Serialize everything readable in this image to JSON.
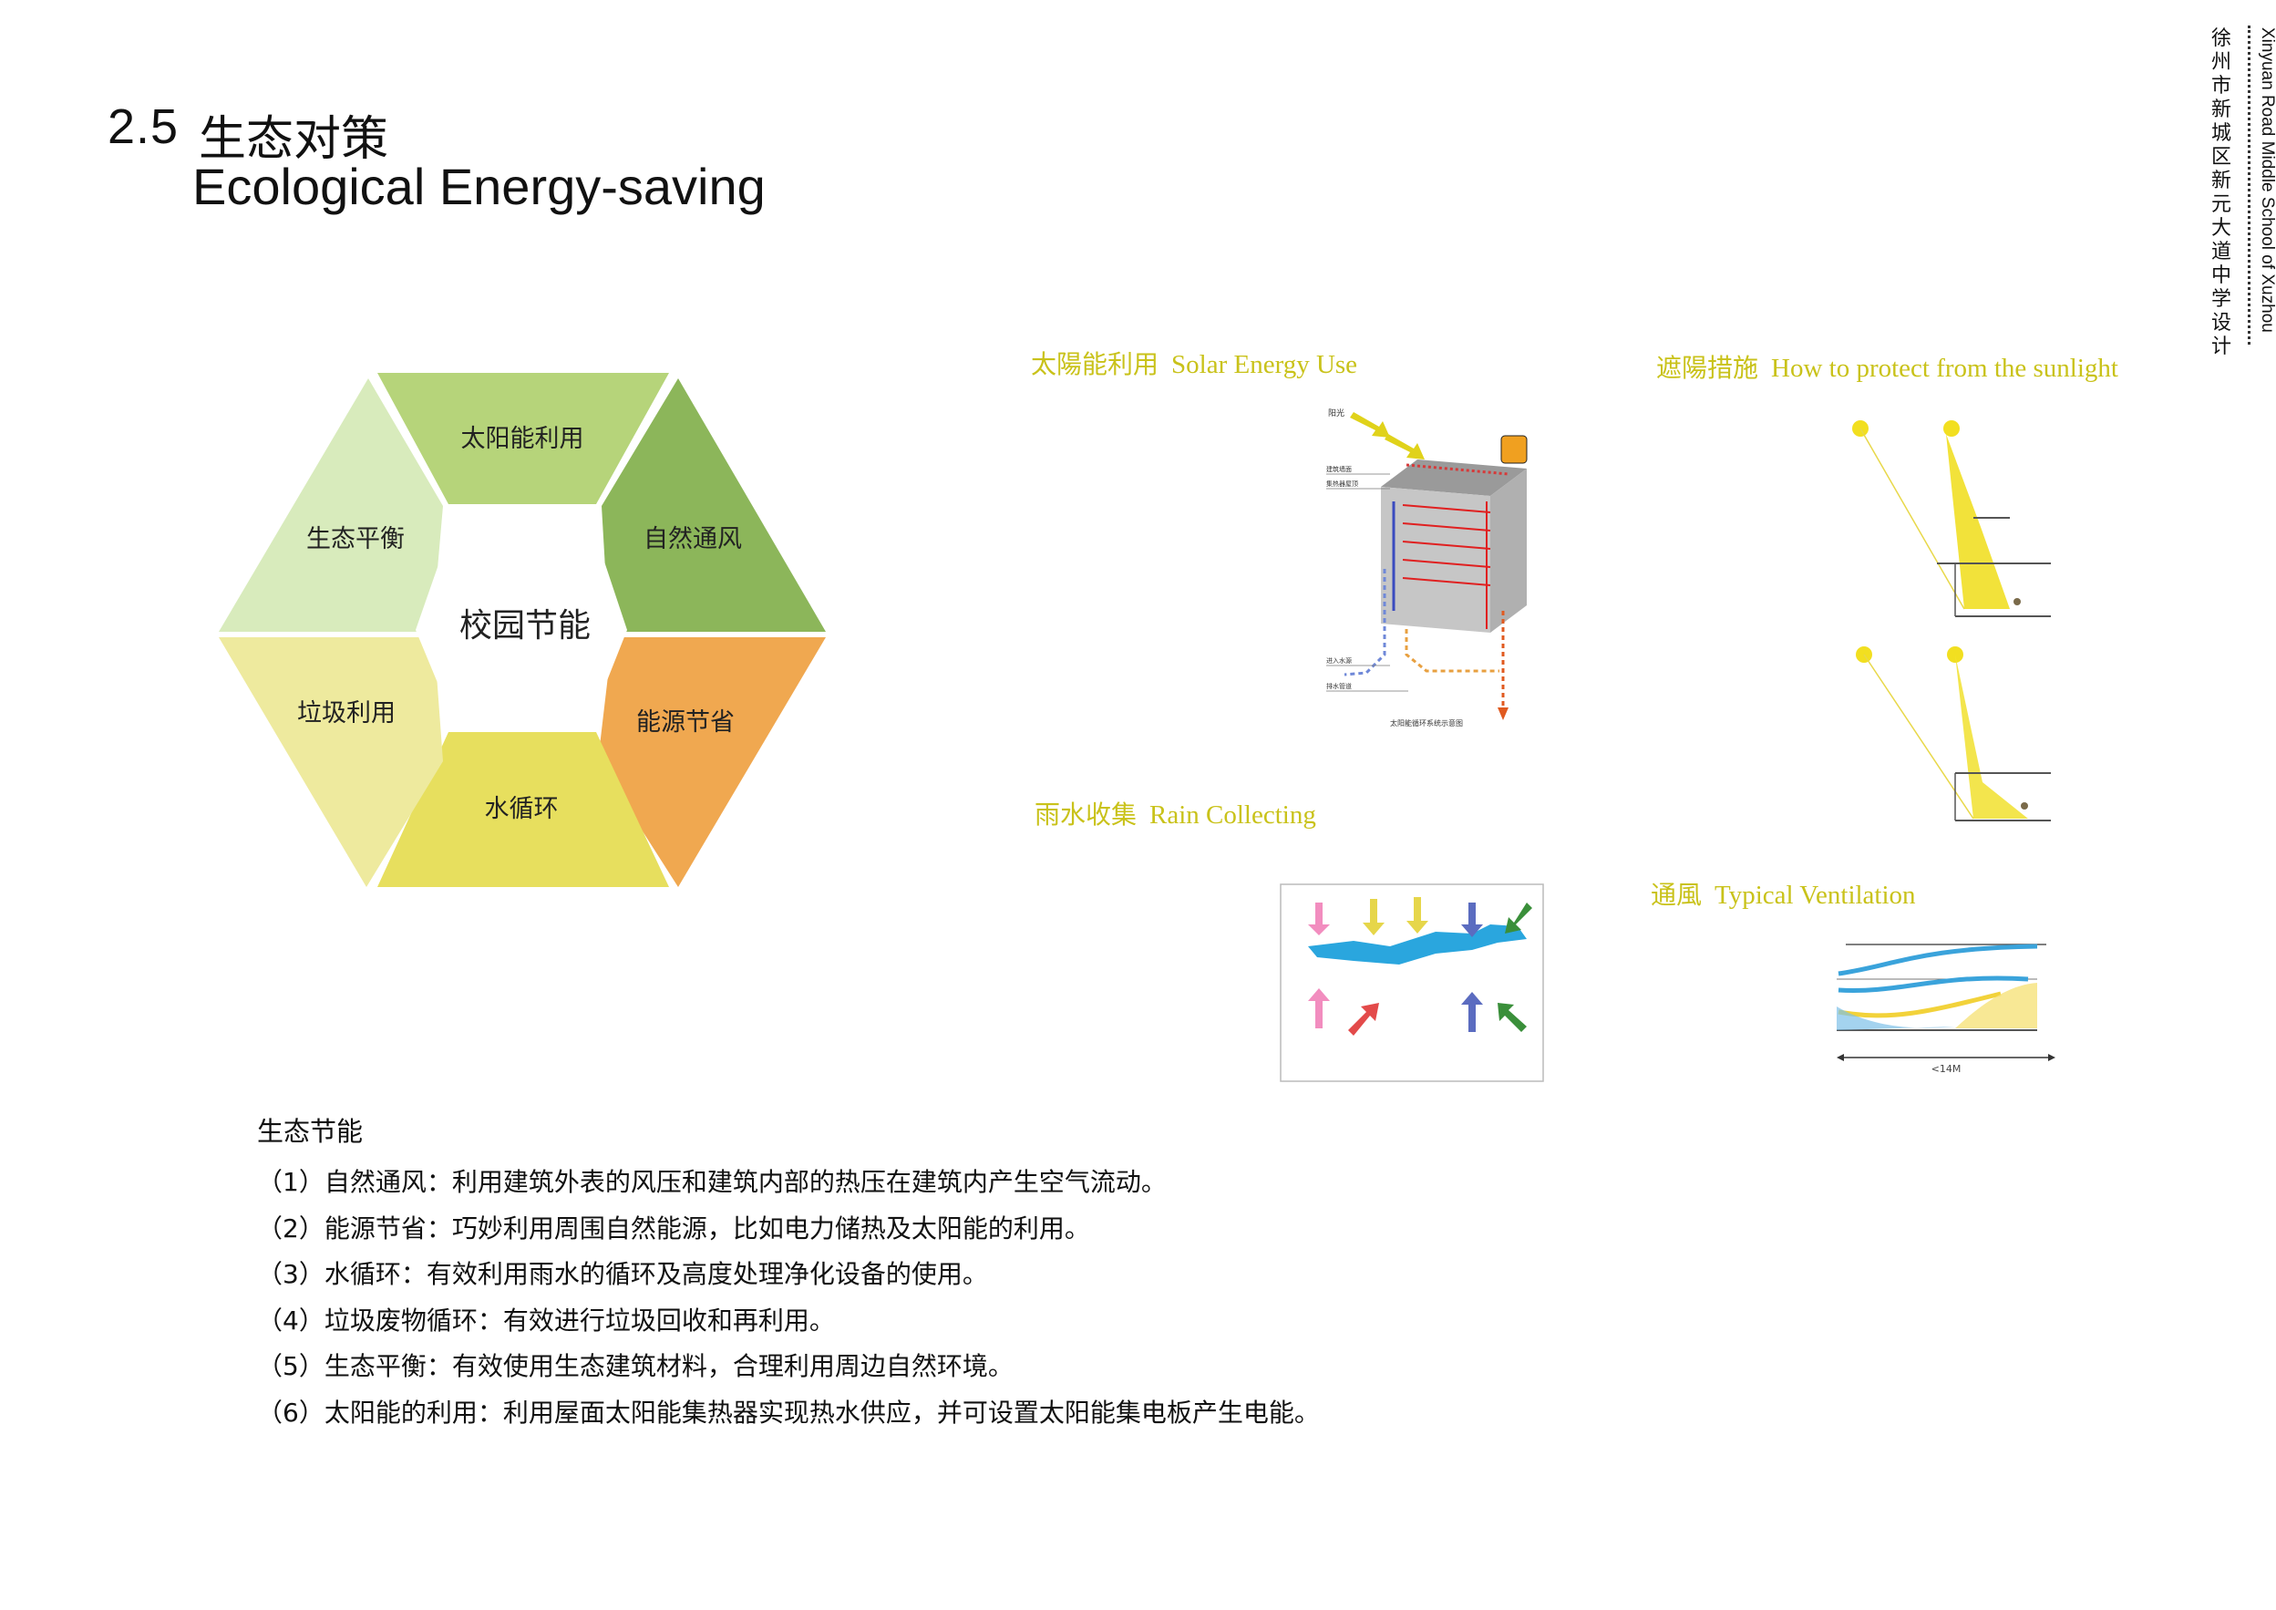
{
  "header": {
    "number": "2.5",
    "title_cn": "生态对策",
    "title_en": "Ecological Energy-saving"
  },
  "side_title": {
    "cn": "徐州市新城区新元大道中学设计",
    "en": "Xinyuan Road Middle School of Xuzhou"
  },
  "hexagon": {
    "center": "校园节能",
    "segments": [
      {
        "label": "太阳能利用",
        "color": "#b6d47a"
      },
      {
        "label": "自然通风",
        "color": "#8cb65a"
      },
      {
        "label": "能源节省",
        "color": "#f0a850"
      },
      {
        "label": "水循环",
        "color": "#e7df5e"
      },
      {
        "label": "垃圾利用",
        "color": "#eeea9e"
      },
      {
        "label": "生态平衡",
        "color": "#d8ebbc"
      }
    ]
  },
  "diagrams": {
    "solar": {
      "title_cn": "太陽能利用",
      "title_en": "Solar Energy Use",
      "labels": [
        "阳光",
        "建筑墙面",
        "集热器屋顶",
        "进入水源",
        "排水管道",
        "太阳能循环系统示意图"
      ]
    },
    "shade": {
      "title_cn": "遮陽措施",
      "title_en": "How to protect from the sunlight"
    },
    "rain": {
      "title_cn": "雨水收集",
      "title_en": "Rain Collecting"
    },
    "vent": {
      "title_cn": "通風",
      "title_en": "Typical Ventilation",
      "dimension": "<14M"
    },
    "accent_color": "#c9c21a"
  },
  "notes": {
    "heading": "生态节能",
    "items": [
      "（1）自然通风：利用建筑外表的风压和建筑内部的热压在建筑内产生空气流动。",
      "（2）能源节省：巧妙利用周围自然能源，比如电力储热及太阳能的利用。",
      "（3）水循环：有效利用雨水的循环及高度处理净化设备的使用。",
      "（4）垃圾废物循环：有效进行垃圾回收和再利用。",
      "（5）生态平衡：有效使用生态建筑材料，合理利用周边自然环境。",
      "（6）太阳能的利用：利用屋面太阳能集热器实现热水供应，并可设置太阳能集电板产生电能。"
    ]
  }
}
